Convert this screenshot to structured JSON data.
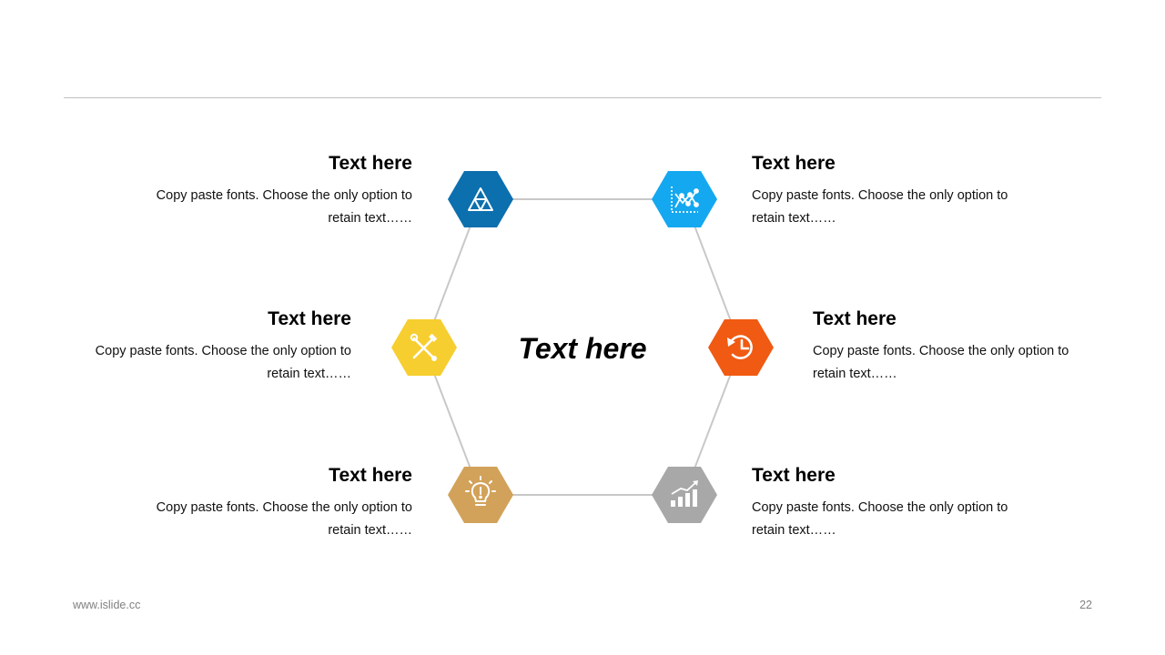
{
  "center_title": "Text here",
  "items": [
    {
      "id": "top-left",
      "title": "Text here",
      "desc_line1": "Copy paste fonts. Choose the only option to",
      "desc_line2": "retain text……",
      "color": "#0c6fae",
      "icon": "triangle-icon"
    },
    {
      "id": "middle-left",
      "title": "Text here",
      "desc_line1": "Copy paste fonts. Choose the only option to",
      "desc_line2": "retain text……",
      "color": "#f6ce2f",
      "icon": "tools-icon"
    },
    {
      "id": "bottom-left",
      "title": "Text here",
      "desc_line1": "Copy paste fonts. Choose the only option to",
      "desc_line2": "retain text……",
      "color": "#d2a25a",
      "icon": "lightbulb-icon"
    },
    {
      "id": "top-right",
      "title": "Text here",
      "desc_line1": "Copy paste fonts. Choose the only option to",
      "desc_line2": "retain text……",
      "color": "#14a8f0",
      "icon": "line-chart-icon"
    },
    {
      "id": "middle-right",
      "title": "Text here",
      "desc_line1": "Copy paste fonts. Choose the only option to",
      "desc_line2": "retain text……",
      "color": "#f05a12",
      "icon": "history-icon"
    },
    {
      "id": "bottom-right",
      "title": "Text here",
      "desc_line1": "Copy paste fonts. Choose the only option to",
      "desc_line2": "retain text……",
      "color": "#a8a8a8",
      "icon": "bar-chart-icon"
    }
  ],
  "connector_color": "#c8c8c8",
  "footer": {
    "website": "www.islide.cc",
    "page_number": "22"
  }
}
